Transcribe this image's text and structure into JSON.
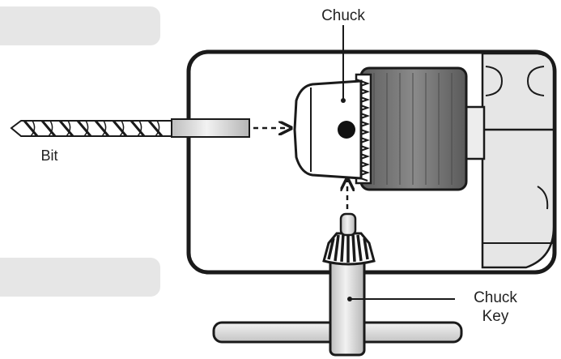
{
  "diagram": {
    "labels": {
      "chuck": "Chuck",
      "bit": "Bit",
      "chuck_key_line1": "Chuck",
      "chuck_key_line2": "Key"
    },
    "colors": {
      "outline": "#1a1a1a",
      "panel_gray": "#e6e6e6",
      "knurl_gray": "#7a7a7a",
      "shaft_gray": "#d9d9d9",
      "background": "#ffffff"
    }
  }
}
